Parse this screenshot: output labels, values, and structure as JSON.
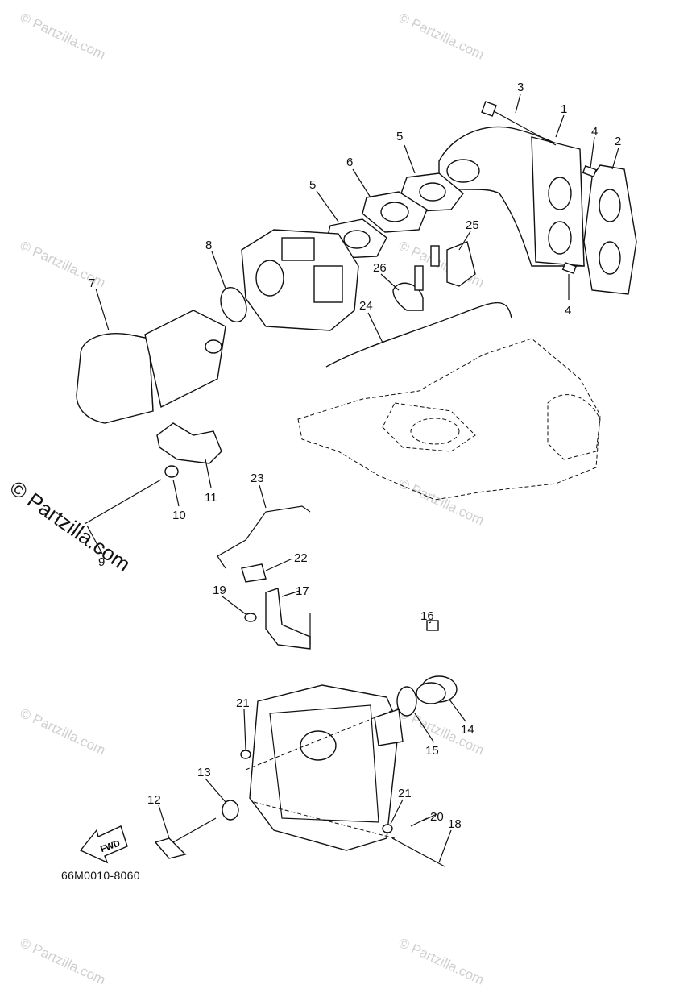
{
  "diagram": {
    "part_number": "66M0010-8060",
    "fwd_label": "FWD",
    "watermark_small": "© Partzilla.com",
    "watermark_large": "© Partzilla.com",
    "callouts": [
      "1",
      "2",
      "3",
      "4",
      "4",
      "5",
      "5",
      "6",
      "7",
      "8",
      "9",
      "10",
      "11",
      "12",
      "13",
      "14",
      "15",
      "16",
      "17",
      "18",
      "19",
      "20",
      "21",
      "21",
      "22",
      "23",
      "24",
      "25",
      "26"
    ]
  }
}
